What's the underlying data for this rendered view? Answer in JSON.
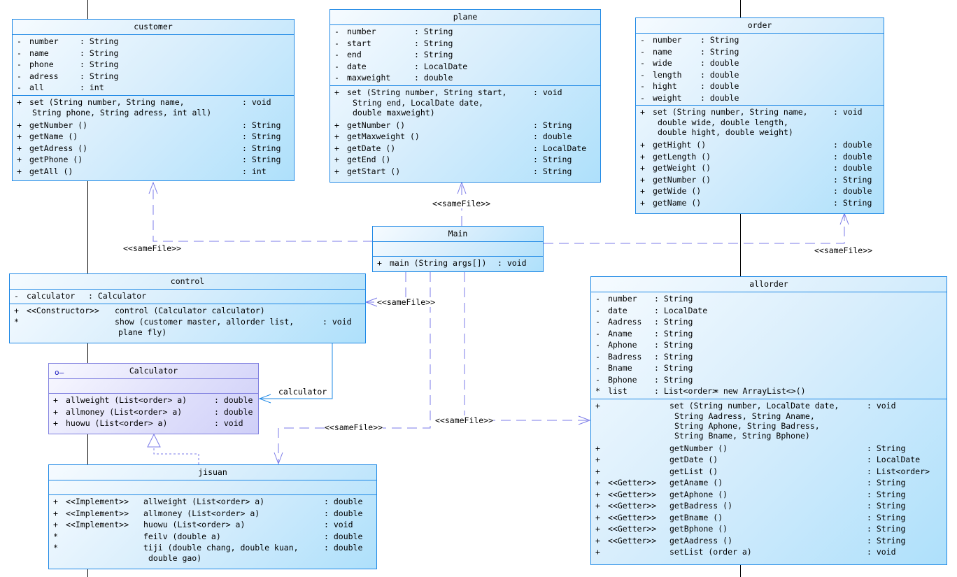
{
  "classes": {
    "customer": {
      "name": "customer",
      "attributes": [
        {
          "vis": "-",
          "name": "number",
          "type": ": String"
        },
        {
          "vis": "-",
          "name": "name",
          "type": ": String"
        },
        {
          "vis": "-",
          "name": "phone",
          "type": ": String"
        },
        {
          "vis": "-",
          "name": "adress",
          "type": ": String"
        },
        {
          "vis": "-",
          "name": "all",
          "type": ": int"
        }
      ],
      "methods": [
        {
          "vis": "+",
          "sig": "set (String number, String name,",
          "cont": "String phone, String adress, int all)",
          "ret": ": void"
        },
        {
          "vis": "+",
          "sig": "getNumber ()",
          "ret": ": String"
        },
        {
          "vis": "+",
          "sig": "getName ()",
          "ret": ": String"
        },
        {
          "vis": "+",
          "sig": "getAdress ()",
          "ret": ": String"
        },
        {
          "vis": "+",
          "sig": "getPhone ()",
          "ret": ": String"
        },
        {
          "vis": "+",
          "sig": "getAll ()",
          "ret": ": int"
        }
      ]
    },
    "plane": {
      "name": "plane",
      "attributes": [
        {
          "vis": "-",
          "name": "number",
          "type": ": String"
        },
        {
          "vis": "-",
          "name": "start",
          "type": ": String"
        },
        {
          "vis": "-",
          "name": "end",
          "type": ": String"
        },
        {
          "vis": "-",
          "name": "date",
          "type": ": LocalDate"
        },
        {
          "vis": "-",
          "name": "maxweight",
          "type": ": double"
        }
      ],
      "methods": [
        {
          "vis": "+",
          "sig": "set (String number, String start,",
          "cont": "String end, LocalDate date,\ndouble maxweight)",
          "ret": ": void"
        },
        {
          "vis": "+",
          "sig": "getNumber ()",
          "ret": ": String"
        },
        {
          "vis": "+",
          "sig": "getMaxweight ()",
          "ret": ": double"
        },
        {
          "vis": "+",
          "sig": "getDate ()",
          "ret": ": LocalDate"
        },
        {
          "vis": "+",
          "sig": "getEnd ()",
          "ret": ": String"
        },
        {
          "vis": "+",
          "sig": "getStart ()",
          "ret": ": String"
        }
      ]
    },
    "order": {
      "name": "order",
      "attributes": [
        {
          "vis": "-",
          "name": "number",
          "type": ": String"
        },
        {
          "vis": "-",
          "name": "name",
          "type": ": String"
        },
        {
          "vis": "-",
          "name": "wide",
          "type": ": double"
        },
        {
          "vis": "-",
          "name": "length",
          "type": ": double"
        },
        {
          "vis": "-",
          "name": "hight",
          "type": ": double"
        },
        {
          "vis": "-",
          "name": "weight",
          "type": ": double"
        }
      ],
      "methods": [
        {
          "vis": "+",
          "sig": "set (String number, String name,",
          "cont": "double wide, double length,\ndouble hight, double weight)",
          "ret": ": void"
        },
        {
          "vis": "+",
          "sig": "getHight ()",
          "ret": ": double"
        },
        {
          "vis": "+",
          "sig": "getLength ()",
          "ret": ": double"
        },
        {
          "vis": "+",
          "sig": "getWeight ()",
          "ret": ": double"
        },
        {
          "vis": "+",
          "sig": "getNumber ()",
          "ret": ": String"
        },
        {
          "vis": "+",
          "sig": "getWide ()",
          "ret": ": double"
        },
        {
          "vis": "+",
          "sig": "getName ()",
          "ret": ": String"
        }
      ]
    },
    "main": {
      "name": "Main",
      "methods": [
        {
          "vis": "+",
          "sig": "main (String args[])",
          "ret": ": void"
        }
      ]
    },
    "control": {
      "name": "control",
      "attributes": [
        {
          "vis": "-",
          "name": "calculator",
          "type": ": Calculator"
        }
      ],
      "methods": [
        {
          "vis": "+",
          "stereo": "<<Constructor>>",
          "sig": "control (Calculator calculator)",
          "ret": ""
        },
        {
          "vis": "*",
          "stereo": "",
          "sig": "show (customer master, allorder list,",
          "cont": "plane fly)",
          "ret": ": void"
        }
      ]
    },
    "calculator": {
      "name": "Calculator",
      "icon": "interface-icon",
      "methods": [
        {
          "vis": "+",
          "sig": "allweight (List<order> a)",
          "ret": ": double"
        },
        {
          "vis": "+",
          "sig": "allmoney (List<order> a)",
          "ret": ": double"
        },
        {
          "vis": "+",
          "sig": "huowu (List<order> a)",
          "ret": ": void"
        }
      ]
    },
    "jisuan": {
      "name": "jisuan",
      "methods": [
        {
          "vis": "+",
          "stereo": "<<Implement>>",
          "sig": "allweight (List<order> a)",
          "ret": ": double"
        },
        {
          "vis": "+",
          "stereo": "<<Implement>>",
          "sig": "allmoney (List<order> a)",
          "ret": ": double"
        },
        {
          "vis": "+",
          "stereo": "<<Implement>>",
          "sig": "huowu (List<order> a)",
          "ret": ": void"
        },
        {
          "vis": "*",
          "stereo": "",
          "sig": "feilv (double a)",
          "ret": ": double"
        },
        {
          "vis": "*",
          "stereo": "",
          "sig": "tiji (double chang, double kuan,",
          "cont": "double gao)",
          "ret": ": double"
        }
      ]
    },
    "allorder": {
      "name": "allorder",
      "attributes": [
        {
          "vis": "-",
          "name": "number",
          "type": ": String"
        },
        {
          "vis": "-",
          "name": "date",
          "type": ": LocalDate"
        },
        {
          "vis": "-",
          "name": "Aadress",
          "type": ": String"
        },
        {
          "vis": "-",
          "name": "Aname",
          "type": ": String"
        },
        {
          "vis": "-",
          "name": "Aphone",
          "type": ": String"
        },
        {
          "vis": "-",
          "name": "Badress",
          "type": ": String"
        },
        {
          "vis": "-",
          "name": "Bname",
          "type": ": String"
        },
        {
          "vis": "-",
          "name": "Bphone",
          "type": ": String"
        },
        {
          "vis": "*",
          "name": "list",
          "type": ": List<order>",
          "init": "= new ArrayList<>()"
        }
      ],
      "methods": [
        {
          "vis": "+",
          "stereo": "",
          "sig": "set (String number, LocalDate date,",
          "cont": "String Aadress, String Aname,\nString Aphone, String Badress,\nString Bname, String Bphone)",
          "ret": ": void"
        },
        {
          "vis": "+",
          "stereo": "",
          "sig": "getNumber ()",
          "ret": ": String"
        },
        {
          "vis": "+",
          "stereo": "",
          "sig": "getDate ()",
          "ret": ": LocalDate"
        },
        {
          "vis": "+",
          "stereo": "",
          "sig": "getList ()",
          "ret": ": List<order>"
        },
        {
          "vis": "+",
          "stereo": "<<Getter>>",
          "sig": "getAname ()",
          "ret": ": String"
        },
        {
          "vis": "+",
          "stereo": "<<Getter>>",
          "sig": "getAphone ()",
          "ret": ": String"
        },
        {
          "vis": "+",
          "stereo": "<<Getter>>",
          "sig": "getBadress ()",
          "ret": ": String"
        },
        {
          "vis": "+",
          "stereo": "<<Getter>>",
          "sig": "getBname ()",
          "ret": ": String"
        },
        {
          "vis": "+",
          "stereo": "<<Getter>>",
          "sig": "getBphone ()",
          "ret": ": String"
        },
        {
          "vis": "+",
          "stereo": "<<Getter>>",
          "sig": "getAadress ()",
          "ret": ": String"
        },
        {
          "vis": "+",
          "stereo": "",
          "sig": "setList (order a)",
          "ret": ": void"
        }
      ]
    }
  },
  "connectors": {
    "main_customer": "<<sameFile>>",
    "main_plane": "<<sameFile>>",
    "main_order": "<<sameFile>>",
    "main_control": "<<sameFile>>",
    "main_jisuan": "<<sameFile>>",
    "main_allorder": "<<sameFile>>",
    "control_calculator_role": "calculator"
  },
  "colors": {
    "class_border": "#1e88e5",
    "interface_border": "#8080e0",
    "dependency_line": "#7b7be8",
    "lifeline": "#000000"
  }
}
